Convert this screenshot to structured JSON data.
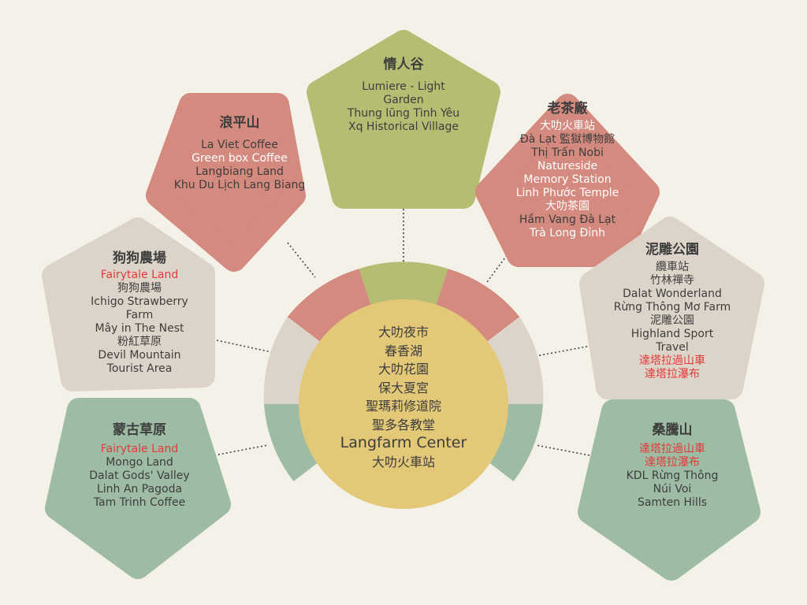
{
  "center": {
    "items": [
      "大叻夜市",
      "春香湖",
      "大叻花園",
      "保大夏宮",
      "聖瑪莉修道院",
      "聖多各教堂",
      "Langfarm Center",
      "大叻火車站"
    ]
  },
  "nodes": {
    "qingrengu": {
      "title": "情人谷",
      "items": [
        "Lumiere - Light",
        "Garden",
        "Thung lũng Tình Yêu",
        "Xq Historical Village"
      ],
      "color": "#b5bd72"
    },
    "langpingshan": {
      "title": "浪平山",
      "items": [
        "La Viet Coffee",
        "Green box Coffee",
        "Langbiang Land",
        "Khu Du Lịch Lang Biang"
      ],
      "color": "#d48a7e"
    },
    "laochachang": {
      "title": "老茶廠",
      "items": [
        "大叻火車站",
        "Đà Lạt 監獄博物館",
        "Thị Trấn Nobi",
        "Natureside",
        "Memory Station",
        "Linh Phước Temple",
        "大叻茶園",
        "Hầm Vang Đà Lạt",
        "Trà Long Đỉnh"
      ],
      "color": "#d48a7e"
    },
    "gougounongchang": {
      "title": "狗狗農場",
      "items": [
        "Fairytale Land",
        "狗狗農場",
        "Ichigo Strawberry",
        "Farm",
        "Mây in The Nest",
        "粉紅草原",
        "Devil Mountain",
        "Tourist Area"
      ],
      "color": "#ddd4c9"
    },
    "nidiaogongyuan": {
      "title": "泥雕公園",
      "items": [
        "纜車站",
        "竹林禪寺",
        "Dalat Wonderland",
        "Rừng Thông Mơ Farm",
        "泥雕公園",
        "Highland Sport",
        "Travel",
        "達塔拉過山車",
        "達塔拉瀑布"
      ],
      "color": "#ddd4c9"
    },
    "mengucaoyuan": {
      "title": "蒙古草原",
      "items": [
        "Fairytale Land",
        "Mongo Land",
        "Dalat Gods' Valley",
        "Linh An Pagoda",
        "Tam Trinh Coffee"
      ],
      "color": "#9dbca3"
    },
    "sangtengshan": {
      "title": "桑騰山",
      "items": [
        "達塔拉過山車",
        "達塔拉瀑布",
        "KDL Rừng Thông",
        "Núi Voi",
        "Samten Hills"
      ],
      "color": "#9dbca3"
    }
  },
  "colors": {
    "background": "#f3f1e8",
    "center": "#e3c878",
    "highlight_red": "#e23a3a",
    "text_dark": "#3d3d3d"
  }
}
